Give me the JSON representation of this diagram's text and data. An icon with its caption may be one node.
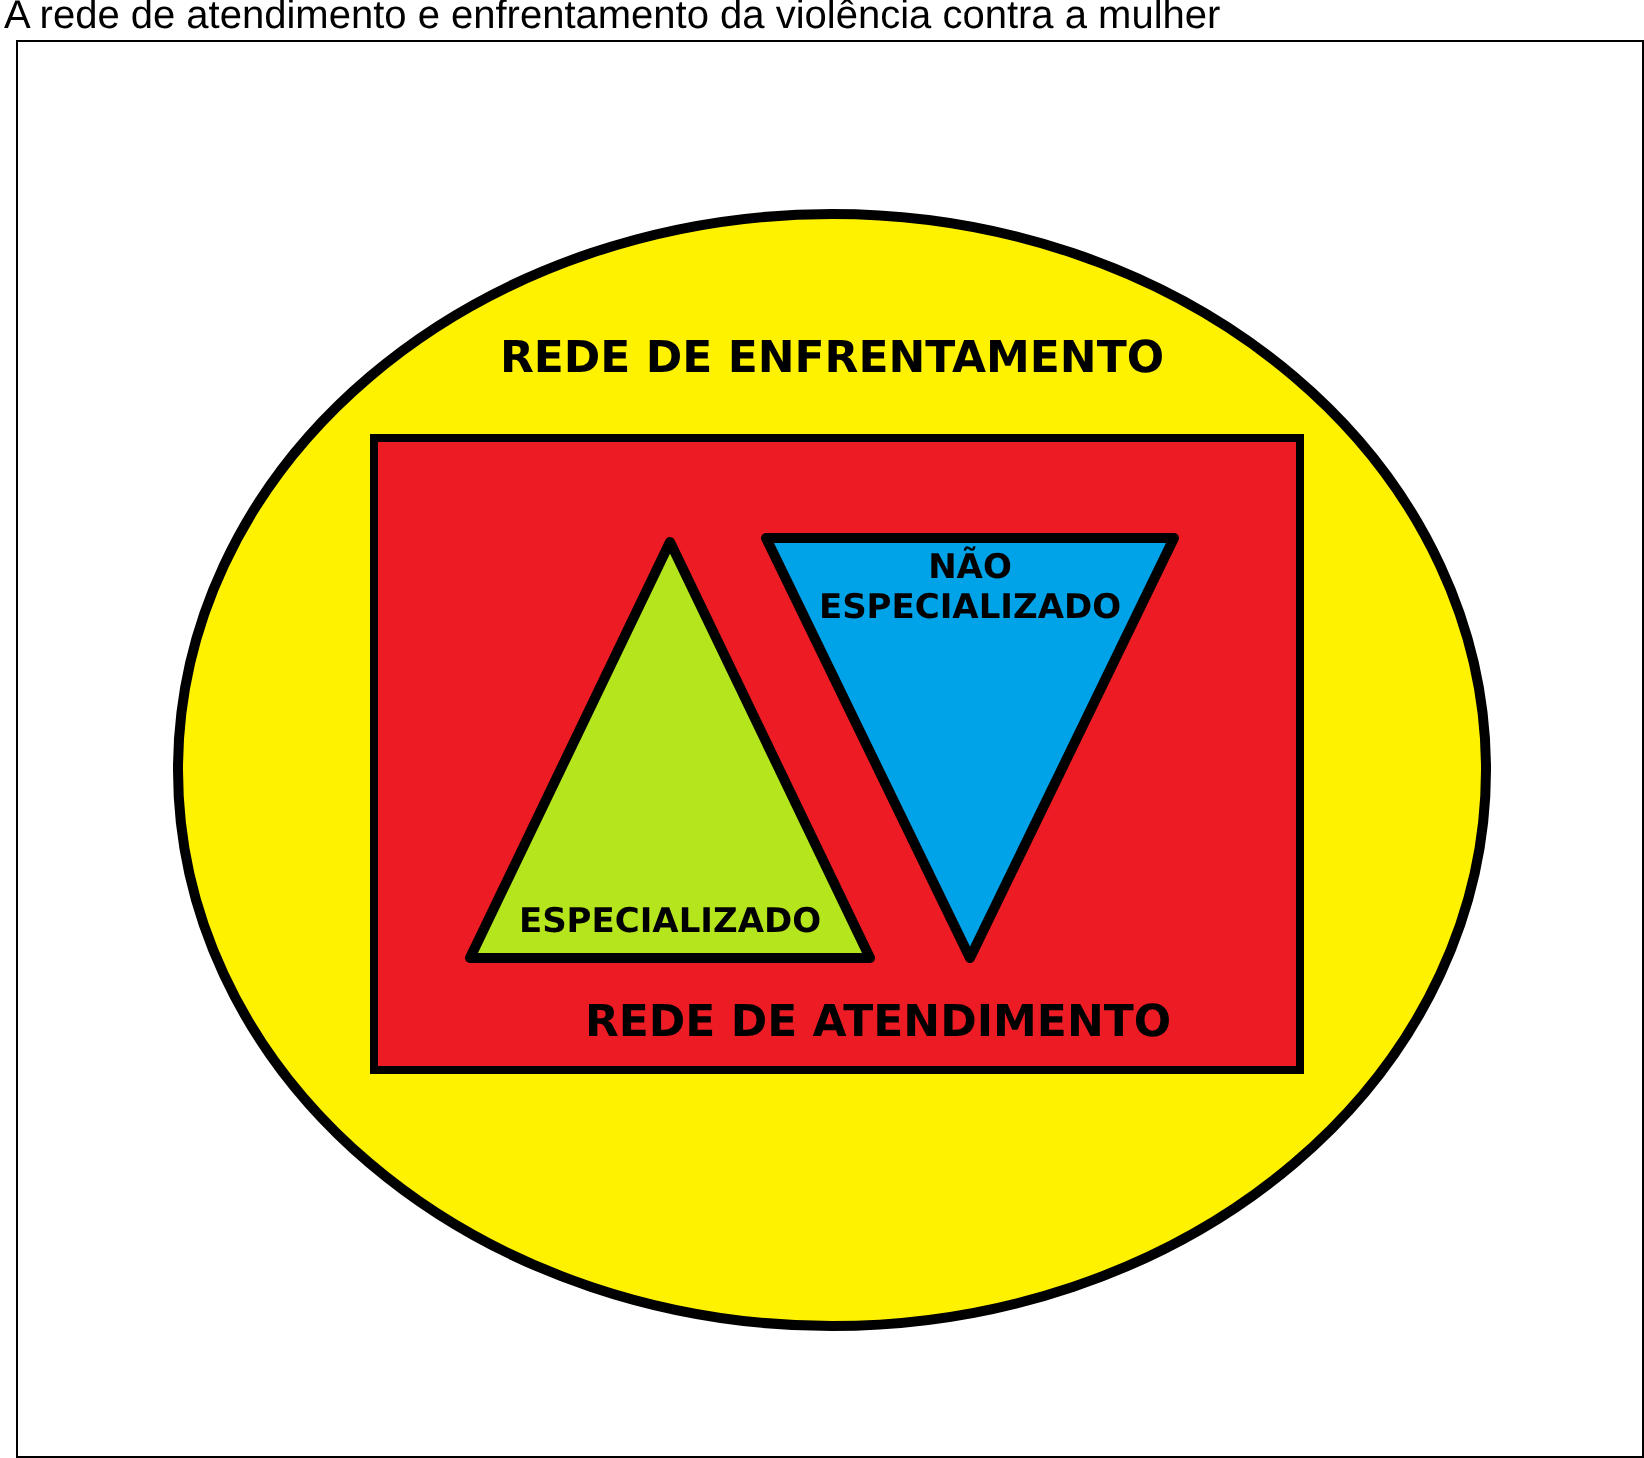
{
  "diagram": {
    "title": "A rede de atendimento e enfrentamento da violência contra a mulher",
    "nodes": [
      {
        "text": [
          "REDE DE ENFRENTAMENTO"
        ]
      },
      {
        "text": [
          "REDE DE ATENDIMENTO"
        ],
        "in": 0
      },
      {
        "text": [
          "ESPECIALIZADO"
        ],
        "in": 1
      },
      {
        "text": [
          "NÃO ESPECIALIZADO"
        ],
        "in": 1
      }
    ],
    "edges": []
  }
}
